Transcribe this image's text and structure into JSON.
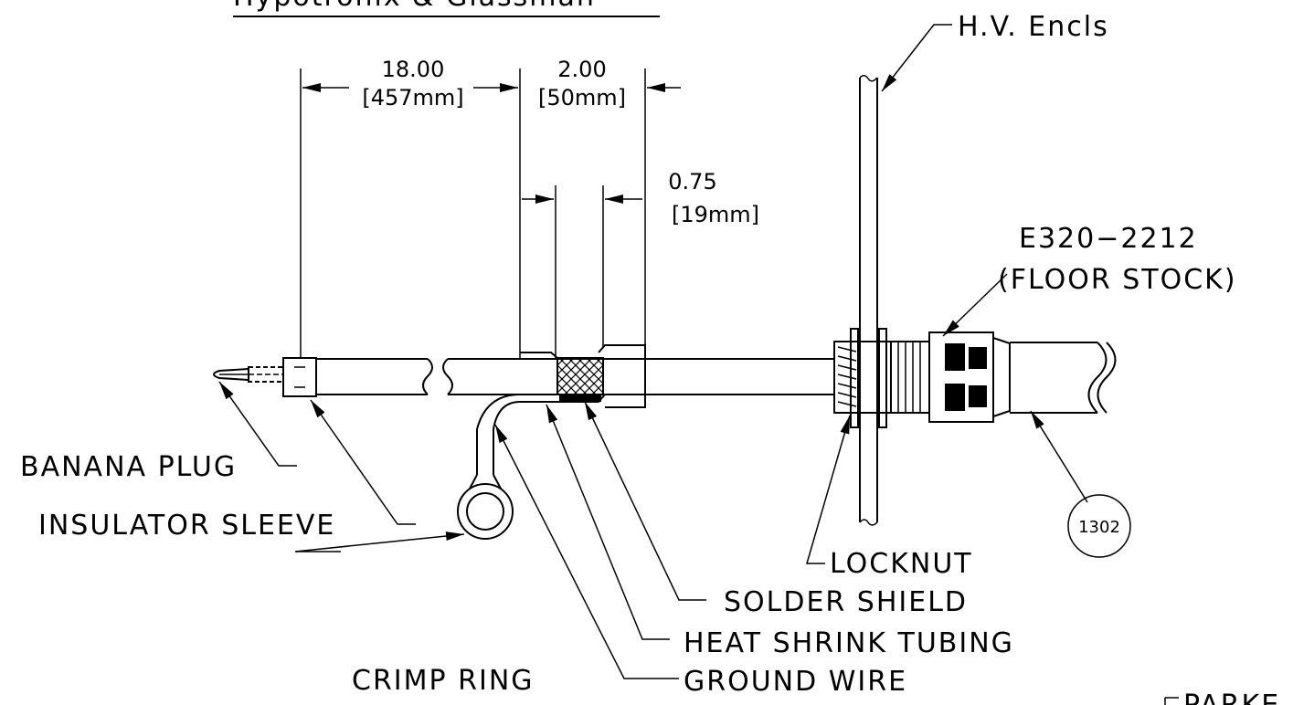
{
  "header_title": "Hypotronix & Glassman",
  "dimensions": {
    "d1_value": "18.00",
    "d1_metric": "[457mm]",
    "d2_value": "2.00",
    "d2_metric": "[50mm]",
    "d3_value": "0.75",
    "d3_metric": "[19mm]"
  },
  "labels": {
    "hv_enclosure": "H.V. Encls",
    "part_number": "E320−2212",
    "part_note": "(FLOOR STOCK)",
    "banana_plug": "BANANA PLUG",
    "insulator_sleeve": "INSULATOR SLEEVE",
    "crimp_ring": "CRIMP RING",
    "locknut": "LOCKNUT",
    "solder_shield": "SOLDER SHIELD",
    "heat_shrink": "HEAT SHRINK TUBING",
    "ground_wire": "GROUND WIRE",
    "balloon": "1302",
    "corner_fragment": "PARKE"
  },
  "colors": {
    "ink": "#000000",
    "paper": "#ffffff"
  }
}
